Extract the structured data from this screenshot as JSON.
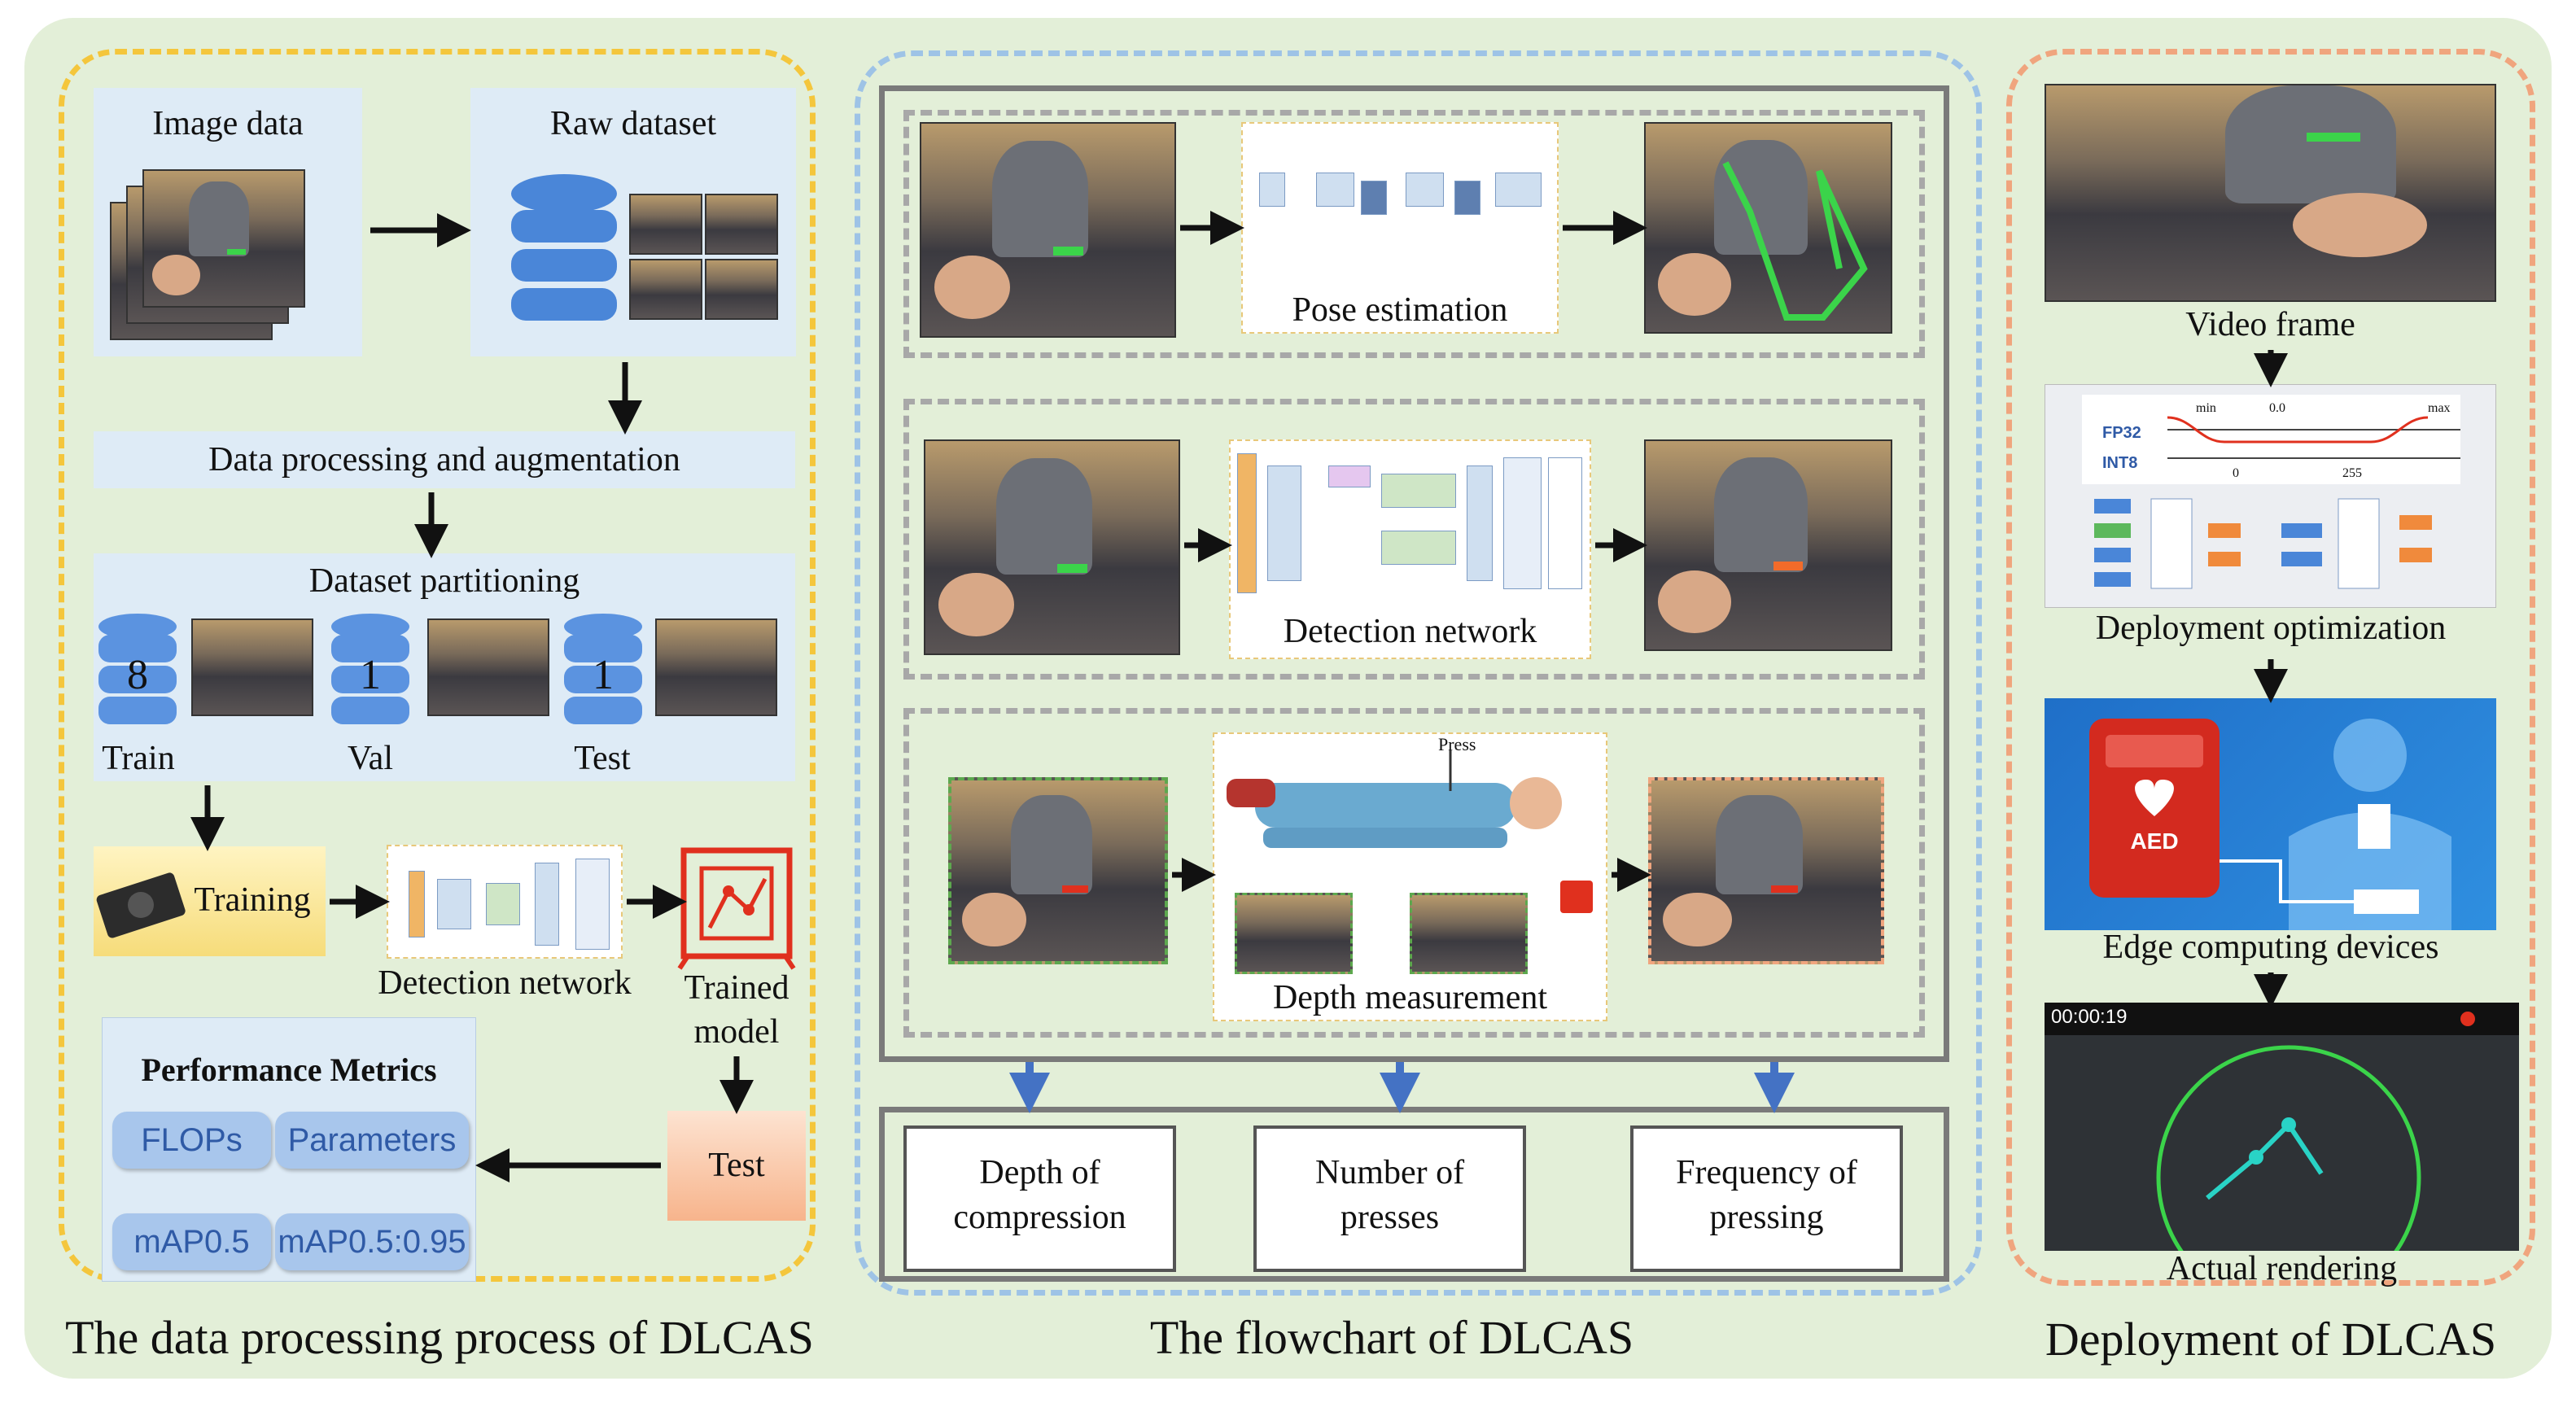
{
  "left_panel": {
    "caption": "The data processing process of DLCAS",
    "image_data": "Image data",
    "raw_dataset": "Raw dataset",
    "processing": "Data processing and augmentation",
    "partitioning": "Dataset partitioning",
    "splits": [
      {
        "label": "Train",
        "number": "8"
      },
      {
        "label": "Val",
        "number": "1"
      },
      {
        "label": "Test",
        "number": "1"
      }
    ],
    "training": "Training",
    "detection_network": "Detection network",
    "trained_model": [
      "Trained",
      "model"
    ],
    "test": "Test",
    "metrics_title": "Performance Metrics",
    "metrics": [
      "FLOPs",
      "Parameters",
      "mAP0.5",
      "mAP0.5:0.95"
    ]
  },
  "middle_panel": {
    "caption": "The flowchart of DLCAS",
    "pose_estimation": "Pose estimation",
    "detection_network": "Detection network",
    "depth_measurement": "Depth measurement",
    "press_label": "Press",
    "outputs": [
      [
        "Depth of",
        "compression"
      ],
      [
        "Number of",
        "presses"
      ],
      [
        "Frequency of",
        "pressing"
      ]
    ]
  },
  "right_panel": {
    "caption": "Deployment of DLCAS",
    "video_frame": "Video frame",
    "deployment_optimization": "Deployment optimization",
    "edge_devices": "Edge computing devices",
    "actual_rendering": "Actual rendering",
    "quant": {
      "fp": "FP32",
      "int": "INT8",
      "min": "min",
      "zero": "0.0",
      "max": "max",
      "q0": "0",
      "q255": "255"
    },
    "aed": "AED",
    "timer": "00:00:19"
  },
  "colors": {
    "background": "#e3efd8",
    "yellow_dash": "#f4c63c",
    "blue_dash": "#9ec3e6",
    "orange_dash": "#f0a57e",
    "arrow_blue": "#4472c4",
    "red_icon": "#e0301e"
  }
}
